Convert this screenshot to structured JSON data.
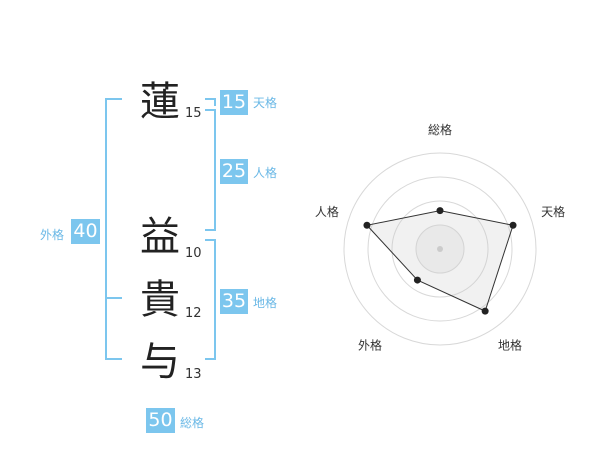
{
  "name": {
    "chars": [
      {
        "char": "蓮",
        "strokes": "15"
      },
      {
        "char": "益",
        "strokes": "10"
      },
      {
        "char": "貴",
        "strokes": "12"
      },
      {
        "char": "与",
        "strokes": "13"
      }
    ]
  },
  "scores": {
    "tenkaku": {
      "value": "15",
      "label": "天格"
    },
    "jinkaku": {
      "value": "25",
      "label": "人格"
    },
    "chikaku": {
      "value": "35",
      "label": "地格"
    },
    "gaikaku": {
      "value": "40",
      "label": "外格"
    },
    "soukaku": {
      "value": "50",
      "label": "総格"
    }
  },
  "colors": {
    "accent": "#7cc6ee",
    "accent_text": "#6ab8e6",
    "ink": "#222222"
  },
  "chart_data": {
    "type": "radar",
    "axes": [
      "総格",
      "天格",
      "地格",
      "外格",
      "人格"
    ],
    "values": [
      0.4,
      0.8,
      0.8,
      0.4,
      0.8
    ],
    "rings": 4,
    "max": 1
  }
}
